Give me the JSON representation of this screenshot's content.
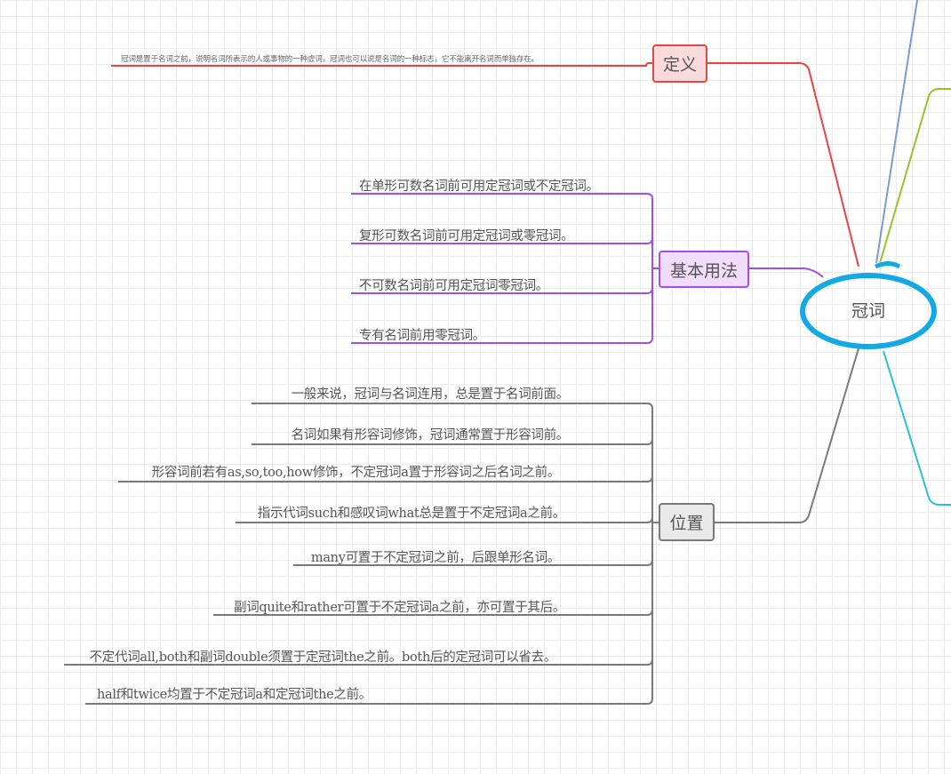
{
  "central": {
    "label": "冠词",
    "color": "#12a9e4"
  },
  "branches": {
    "definition": {
      "label": "定义",
      "color": "#e64545",
      "items": [
        "冠词是置于名词之前，说明名词所表示的人或事物的一种虚词，冠词也可以说是名词的一种标志，它不能离开名词而单独存在。"
      ]
    },
    "usage": {
      "label": "基本用法",
      "color": "#a050e6",
      "items": [
        "在单形可数名词前可用定冠词或不定冠词。",
        "复形可数名词前可用定冠词或零冠词。",
        "不可数名词前可用定冠词零冠词。",
        "专有名词前用零冠词。"
      ]
    },
    "position": {
      "label": "位置",
      "color": "#7a7a7a",
      "items": [
        "一般来说，冠词与名词连用，总是置于名词前面。",
        "名词如果有形容词修饰，冠词通常置于形容词前。",
        "形容词前若有as,so,too,how修饰，不定冠词a置于形容词之后名词之前。",
        "指示代词such和感叹词what总是置于不定冠词a之前。",
        "many可置于不定冠词之前，后跟单形名词。",
        "副词quite和rather可置于不定冠词a之前，亦可置于其后。",
        "不定代词all,both和副词double须置于定冠词the之前。both后的定冠词可以省去。",
        "half和twice均置于不定冠词a和定冠词the之前。"
      ]
    },
    "offscreen": [
      "#7b9bd6",
      "#9ac12a",
      "#2cc1cc"
    ]
  }
}
